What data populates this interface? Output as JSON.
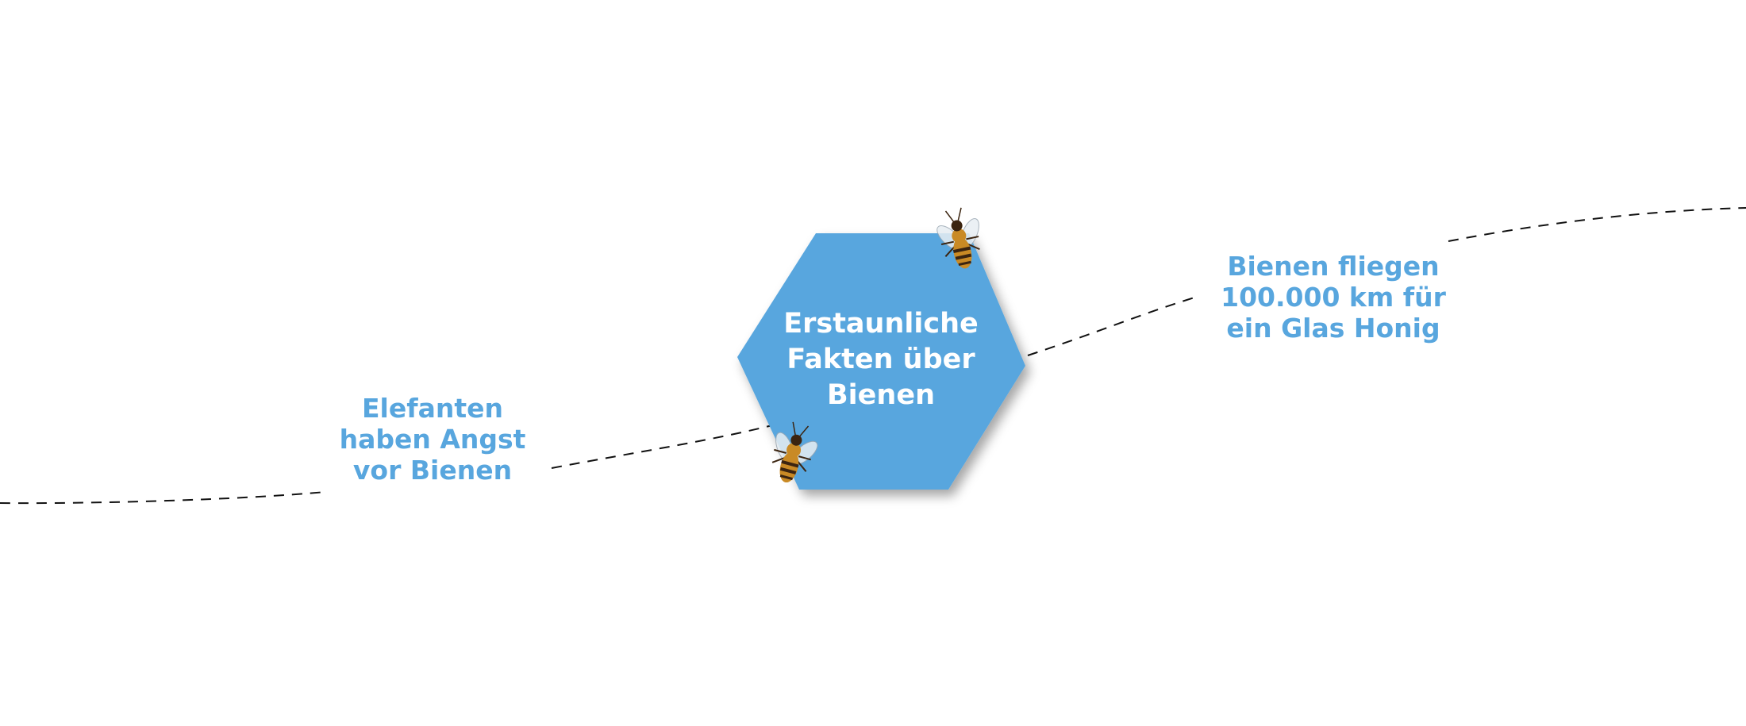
{
  "center": {
    "title": "Erstaunliche\nFakten über\nBienen",
    "fill_color": "#58a6de",
    "text_color": "#ffffff"
  },
  "facts": [
    {
      "text": "Elefanten\nhaben Angst\nvor Bienen"
    },
    {
      "text": "Bienen fliegen\n100.000 km für\nein Glas Honig"
    }
  ],
  "colors": {
    "fact_text": "#58a6de",
    "path_line": "#111111",
    "bee_body": "#c98a25",
    "bee_stripe": "#3b2410",
    "bee_wing": "#e8eef3"
  },
  "icons": [
    "bee-icon",
    "bee-icon"
  ]
}
